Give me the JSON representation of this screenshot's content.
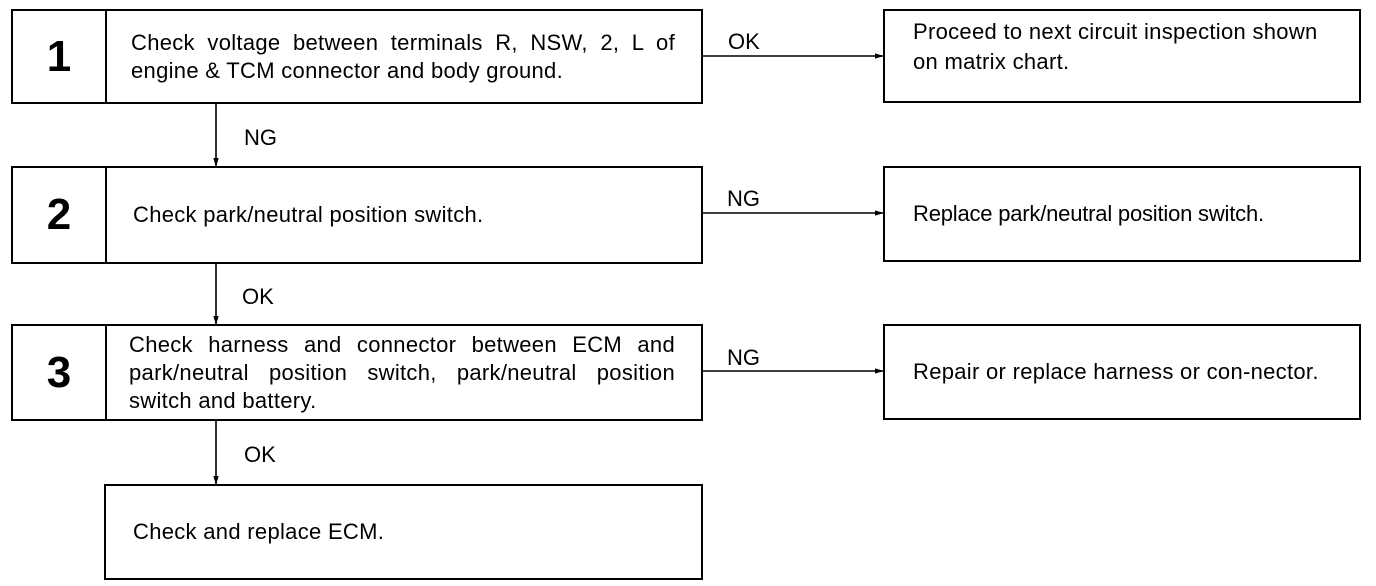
{
  "steps": [
    {
      "number": "1",
      "text": "Check voltage between terminals R, NSW, 2, L of engine & TCM connector and body ground."
    },
    {
      "number": "2",
      "text": "Check park/neutral position switch."
    },
    {
      "number": "3",
      "text": "Check harness and connector between ECM and park/neutral position switch, park/neutral position switch and battery."
    }
  ],
  "final_step": {
    "text": "Check and replace ECM."
  },
  "results": [
    {
      "label": "OK",
      "text": "Proceed to next circuit inspection shown on matrix chart."
    },
    {
      "label": "NG",
      "text": "Replace park/neutral position switch."
    },
    {
      "label": "NG",
      "text": "Repair or replace harness or con-nector."
    }
  ],
  "down_labels": [
    "NG",
    "OK",
    "OK"
  ]
}
